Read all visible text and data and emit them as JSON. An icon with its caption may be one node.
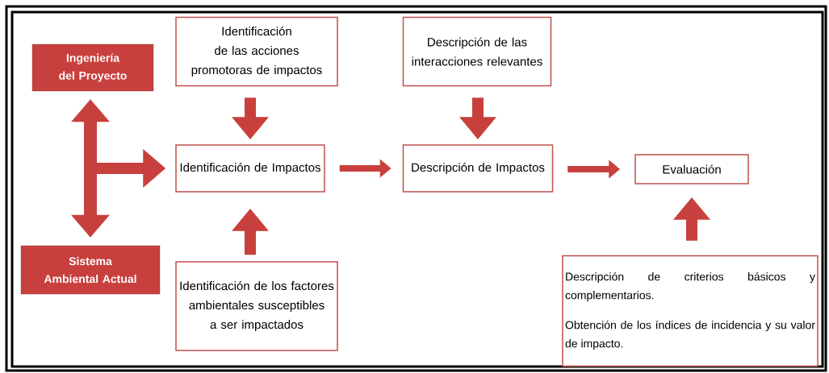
{
  "diagram": {
    "nodes": [
      {
        "text": [
          "Ingeniería del Proyecto"
        ]
      },
      {
        "text": [
          "Sistema Ambiental Actual"
        ]
      },
      {
        "text": [
          "Identificación de las acciones promotoras de impactos"
        ]
      },
      {
        "text": [
          "Identificación de Impactos"
        ]
      },
      {
        "text": [
          "Identificación de los factores ambientales susceptibles a ser impactados"
        ]
      },
      {
        "text": [
          "Descripción de las interacciones relevantes"
        ]
      },
      {
        "text": [
          "Descripción de Impactos"
        ]
      },
      {
        "text": [
          "Evaluación"
        ]
      },
      {
        "text": [
          "Descripción de criterios básicos y complementarios.",
          "Obtención de los índices de incidencia y su valor de impacto."
        ]
      }
    ],
    "edges": [
      {
        "from": 0,
        "to": 1,
        "arrow": "both"
      },
      {
        "from": 0,
        "to": 3,
        "arrow": "both"
      },
      {
        "from": 1,
        "to": 3,
        "arrow": "both"
      },
      {
        "from": 2,
        "to": 3,
        "arrow": "to"
      },
      {
        "from": 4,
        "to": 3,
        "arrow": "to"
      },
      {
        "from": 3,
        "to": 6,
        "arrow": "to"
      },
      {
        "from": 5,
        "to": 6,
        "arrow": "to"
      },
      {
        "from": 6,
        "to": 7,
        "arrow": "to"
      },
      {
        "from": 8,
        "to": 7,
        "arrow": "to"
      }
    ]
  }
}
